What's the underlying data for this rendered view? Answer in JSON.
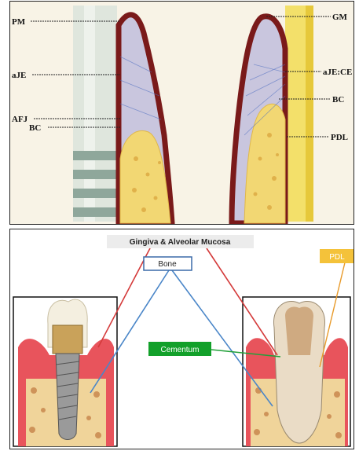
{
  "top_panel": {
    "labels_left": [
      "PM",
      "aJE",
      "AFJ",
      "BC"
    ],
    "labels_right": [
      "GM",
      "aJE:CE",
      "BC",
      "PDL"
    ]
  },
  "bottom_panel": {
    "title": "Gingiva & Alveolar Mucosa",
    "bone_label": "Bone",
    "pdl_label": "PDL",
    "cementum_label": "Cementum"
  },
  "colors": {
    "gum_border": "#7a1a1a",
    "gum_fill": "#c7c4dc",
    "bone": "#f2d773",
    "red_line": "#d43a3a",
    "blue_line": "#4a86c8",
    "pdl_box": "#f4c23a",
    "cementum_box": "#12a02a"
  }
}
